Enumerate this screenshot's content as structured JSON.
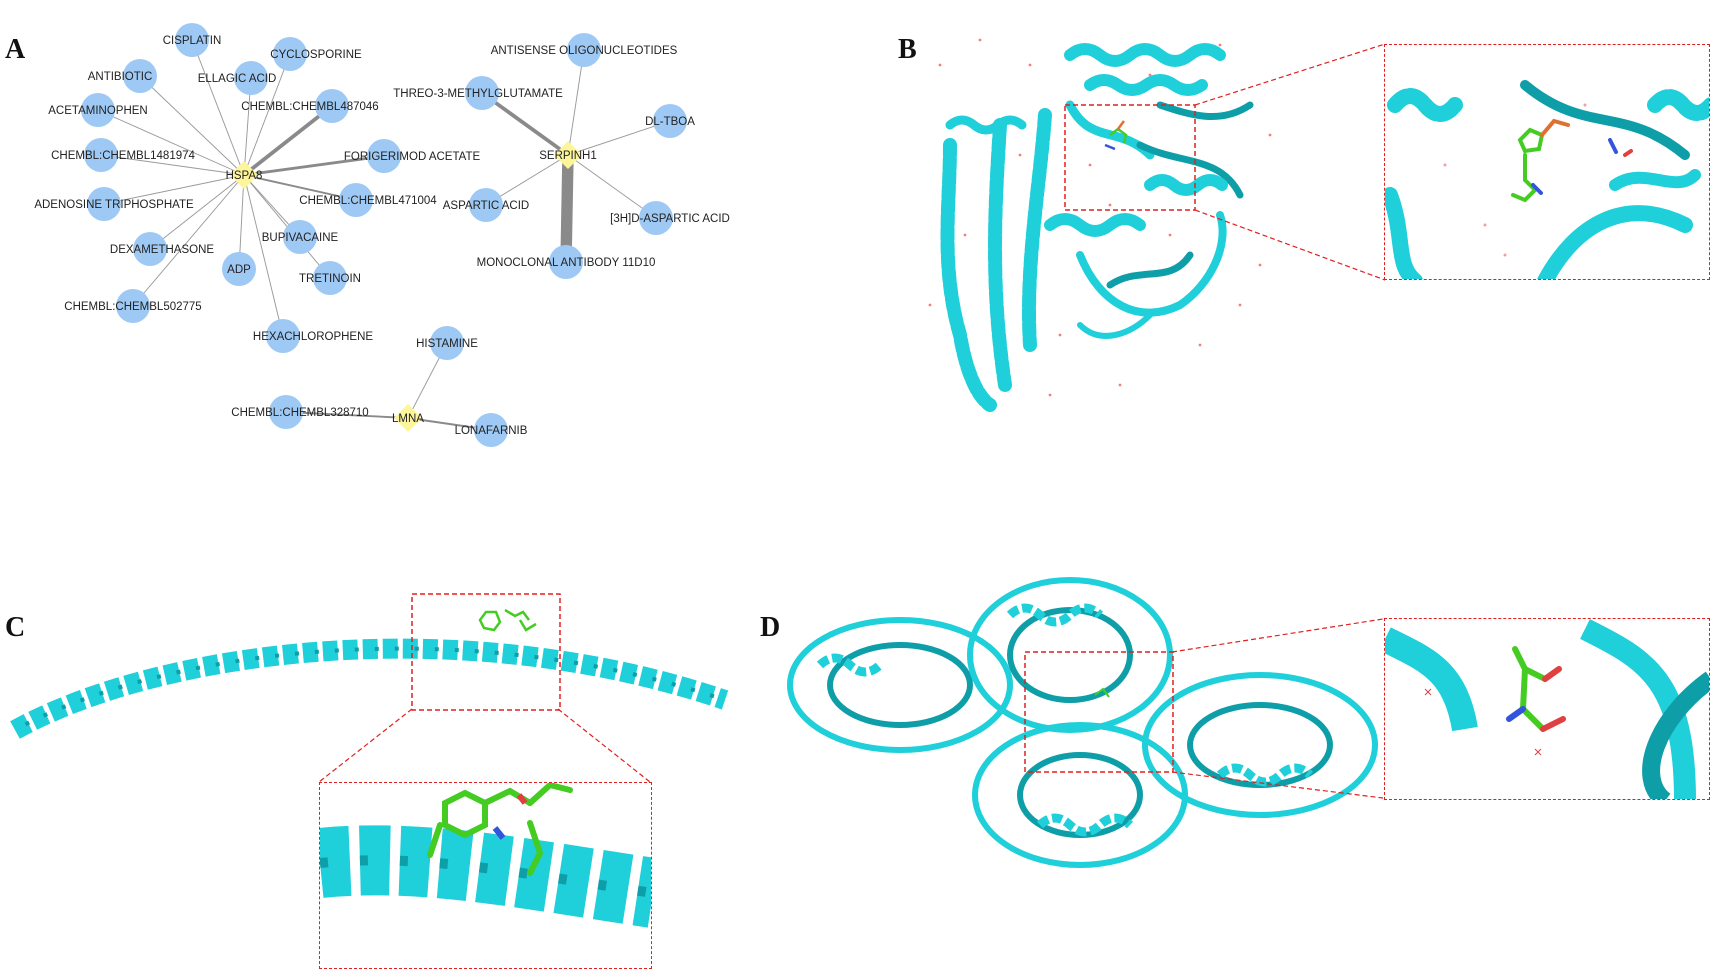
{
  "panels": {
    "a": "A",
    "b": "B",
    "c": "C",
    "d": "D"
  },
  "colors": {
    "target_node": "#fdf59a",
    "drug_node": "#9ec9f5",
    "protein": "#1fcfd9",
    "protein_dark": "#0e9ea8",
    "ligand": "#44cc22",
    "zoom_box": "#e02020"
  },
  "network": {
    "targets": [
      {
        "id": "HSPA8",
        "label": "HSPA8"
      },
      {
        "id": "SERPINH1",
        "label": "SERPINH1"
      },
      {
        "id": "LMNA",
        "label": "LMNA"
      }
    ],
    "drugs": [
      {
        "id": "cisplatin",
        "label": "CISPLATIN",
        "target": "HSPA8",
        "weight": 1
      },
      {
        "id": "cyclosporine",
        "label": "CYCLOSPORINE",
        "target": "HSPA8",
        "weight": 1
      },
      {
        "id": "antibiotic",
        "label": "ANTIBIOTIC",
        "target": "HSPA8",
        "weight": 1
      },
      {
        "id": "ellagic",
        "label": "ELLAGIC ACID",
        "target": "HSPA8",
        "weight": 1
      },
      {
        "id": "chembl487046",
        "label": "CHEMBL:CHEMBL487046",
        "target": "HSPA8",
        "weight": 4
      },
      {
        "id": "acetaminophen",
        "label": "ACETAMINOPHEN",
        "target": "HSPA8",
        "weight": 1
      },
      {
        "id": "forigerimod",
        "label": "FORIGERIMOD ACETATE",
        "target": "HSPA8",
        "weight": 3
      },
      {
        "id": "chembl1481974",
        "label": "CHEMBL:CHEMBL1481974",
        "target": "HSPA8",
        "weight": 1
      },
      {
        "id": "chembl471004",
        "label": "CHEMBL:CHEMBL471004",
        "target": "HSPA8",
        "weight": 2
      },
      {
        "id": "atp",
        "label": "ADENOSINE TRIPHOSPHATE",
        "target": "HSPA8",
        "weight": 1
      },
      {
        "id": "bupivacaine",
        "label": "BUPIVACAINE",
        "target": "HSPA8",
        "weight": 1
      },
      {
        "id": "dexamethasone",
        "label": "DEXAMETHASONE",
        "target": "HSPA8",
        "weight": 1
      },
      {
        "id": "adp",
        "label": "ADP",
        "target": "HSPA8",
        "weight": 1
      },
      {
        "id": "tretinoin",
        "label": "TRETINOIN",
        "target": "HSPA8",
        "weight": 1
      },
      {
        "id": "chembl502775",
        "label": "CHEMBL:CHEMBL502775",
        "target": "HSPA8",
        "weight": 1
      },
      {
        "id": "hexachlorophene",
        "label": "HEXACHLOROPHENE",
        "target": "HSPA8",
        "weight": 1
      },
      {
        "id": "antisense",
        "label": "ANTISENSE OLIGONUCLEOTIDES",
        "target": "SERPINH1",
        "weight": 1
      },
      {
        "id": "threo",
        "label": "THREO-3-METHYLGLUTAMATE",
        "target": "SERPINH1",
        "weight": 4
      },
      {
        "id": "dltboa",
        "label": "DL-TBOA",
        "target": "SERPINH1",
        "weight": 1
      },
      {
        "id": "aspartic",
        "label": "ASPARTIC ACID",
        "target": "SERPINH1",
        "weight": 1
      },
      {
        "id": "h3aspartic",
        "label": "[3H]D-ASPARTIC ACID",
        "target": "SERPINH1",
        "weight": 1
      },
      {
        "id": "mab11d10",
        "label": "MONOCLONAL ANTIBODY 11D10",
        "target": "SERPINH1",
        "weight": 12
      },
      {
        "id": "histamine",
        "label": "HISTAMINE",
        "target": "LMNA",
        "weight": 1
      },
      {
        "id": "chembl328710",
        "label": "CHEMBL:CHEMBL328710",
        "target": "LMNA",
        "weight": 2
      },
      {
        "id": "lonafarnib",
        "label": "LONAFARNIB",
        "target": "LMNA",
        "weight": 2
      }
    ]
  }
}
